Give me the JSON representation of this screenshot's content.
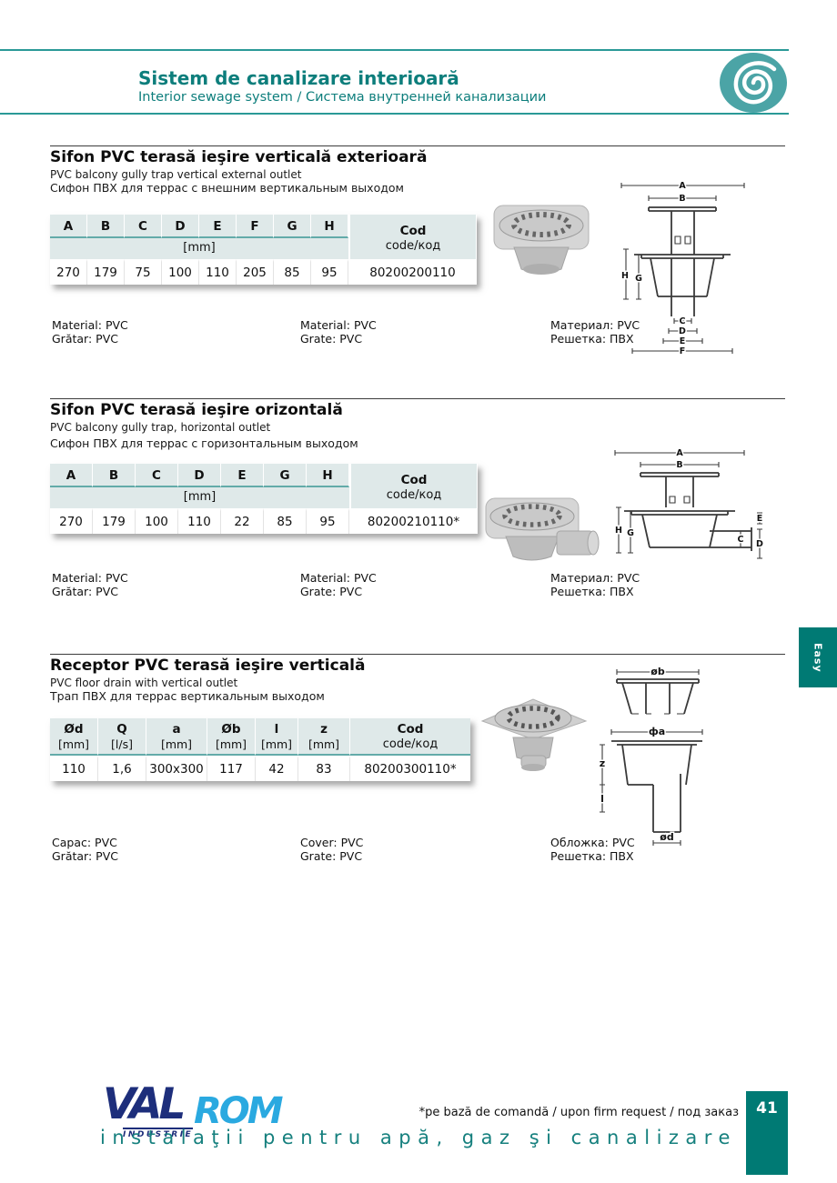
{
  "colors": {
    "accent_teal": "#0d7e7c",
    "tab_teal": "#007a74",
    "table_header_bg": "#dfe9e9",
    "table_rule_teal": "#63aba9",
    "logo_dark_blue": "#1d2e7b",
    "logo_light_blue": "#2aa9e0"
  },
  "header": {
    "title": "Sistem de canalizare interioară",
    "subtitle": "Interior sewage system / Система внутренней канализации"
  },
  "easy_tab": {
    "label": "Easy"
  },
  "sections": [
    {
      "title": "Sifon PVC terasă ieşire verticală exterioară",
      "subtitle_en": "PVC balcony gully trap vertical external outlet",
      "subtitle_ru": "Сифон ПВХ для террас с внешним вертикальным выходом",
      "table": {
        "dims": [
          "A",
          "B",
          "C",
          "D",
          "E",
          "F",
          "G",
          "H"
        ],
        "unit": "[mm]",
        "cod_label": "Cod",
        "cod_sublabel": "code/код",
        "values": [
          "270",
          "179",
          "75",
          "100",
          "110",
          "205",
          "85",
          "95"
        ],
        "cod_value": "80200200110"
      },
      "materials": [
        [
          "Material: PVC",
          "Grătar: PVC"
        ],
        [
          "Material: PVC",
          "Grate: PVC"
        ],
        [
          "Материал: PVC",
          "Решетка: ПВХ"
        ]
      ],
      "drawing_labels": {
        "a": "A",
        "b": "B",
        "c": "C",
        "d": "D",
        "e": "E",
        "f": "F",
        "g": "G",
        "h": "H"
      }
    },
    {
      "title": "Sifon PVC terasă ieşire orizontală",
      "subtitle_en": "PVC balcony gully trap, horizontal outlet",
      "subtitle_ru": "Сифон ПВХ для террас с горизонтальным выходом",
      "table": {
        "dims": [
          "A",
          "B",
          "C",
          "D",
          "E",
          "G",
          "H"
        ],
        "unit": "[mm]",
        "cod_label": "Cod",
        "cod_sublabel": "code/код",
        "values": [
          "270",
          "179",
          "100",
          "110",
          "22",
          "85",
          "95"
        ],
        "cod_value": "80200210110*"
      },
      "materials": [
        [
          "Material: PVC",
          "Grătar: PVC"
        ],
        [
          "Material: PVC",
          "Grate: PVC"
        ],
        [
          "Материал: PVC",
          "Решетка: ПВХ"
        ]
      ],
      "drawing_labels": {
        "a": "A",
        "b": "B",
        "c": "C",
        "d": "D",
        "e": "E",
        "g": "G",
        "h": "H"
      }
    },
    {
      "title": "Receptor PVC terasă ieşire verticală",
      "subtitle_en": "PVC floor drain with vertical outlet",
      "subtitle_ru": "Трап ПВХ для террас вертикальным выходом",
      "table": {
        "columns": [
          {
            "name": "Ød",
            "unit": "[mm]"
          },
          {
            "name": "Q",
            "unit": "[l/s]"
          },
          {
            "name": "a",
            "unit": "[mm]"
          },
          {
            "name": "Øb",
            "unit": "[mm]"
          },
          {
            "name": "l",
            "unit": "[mm]"
          },
          {
            "name": "z",
            "unit": "[mm]"
          }
        ],
        "cod_label": "Cod",
        "cod_sublabel": "code/код",
        "values": [
          "110",
          "1,6",
          "300x300",
          "117",
          "42",
          "83"
        ],
        "cod_value": "80200300110*"
      },
      "materials": [
        [
          "Capac: PVC",
          "Grătar: PVC"
        ],
        [
          "Cover: PVC",
          "Grate: PVC"
        ],
        [
          "Обложка: PVC",
          "Решетка: ПВХ"
        ]
      ],
      "drawing_labels": {
        "ob": "øb",
        "fa": "фa",
        "z": "z",
        "l": "l",
        "od": "ød"
      }
    }
  ],
  "footer": {
    "logo": {
      "val": "VAL",
      "rom": "ROM",
      "sub": "INDUSTRIE"
    },
    "note": "*pe bază de comandă / upon firm request / под заказ",
    "page_number": "41",
    "tagline": "instalaţii pentru apă, gaz şi canalizare"
  }
}
